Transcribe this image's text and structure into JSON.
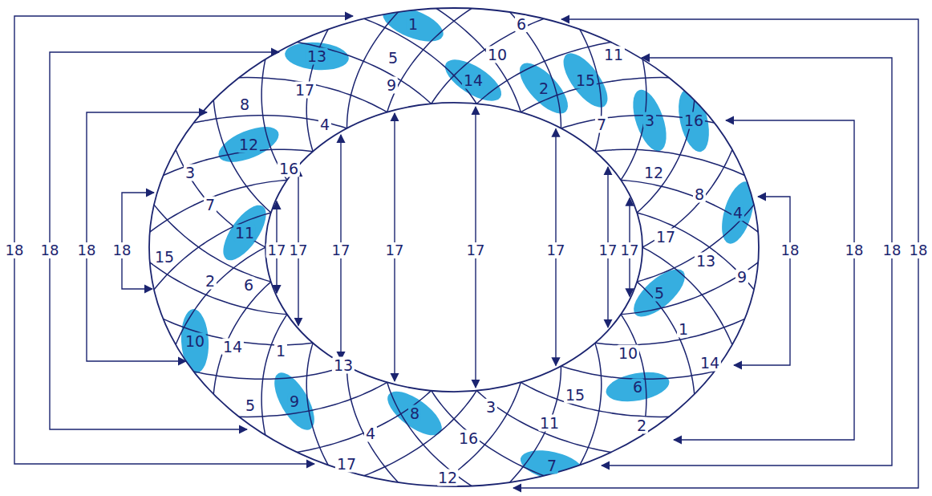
{
  "diagram": {
    "labels": [
      "1",
      "6",
      "13",
      "5",
      "10",
      "11",
      "17",
      "9",
      "14",
      "2",
      "15",
      "8",
      "4",
      "7",
      "3",
      "16",
      "12",
      "16",
      "12",
      "3",
      "8",
      "7",
      "4",
      "11",
      "17",
      "15",
      "13",
      "9",
      "2",
      "6",
      "5",
      "10",
      "14",
      "1",
      "10",
      "1",
      "14",
      "6",
      "13",
      "15",
      "5",
      "9",
      "8",
      "3",
      "4",
      "16",
      "11",
      "2",
      "17",
      "12",
      "7",
      "18",
      "18",
      "18",
      "18",
      "17",
      "17",
      "17",
      "17",
      "17",
      "17",
      "17",
      "17",
      "18",
      "18",
      "18",
      "18"
    ]
  }
}
